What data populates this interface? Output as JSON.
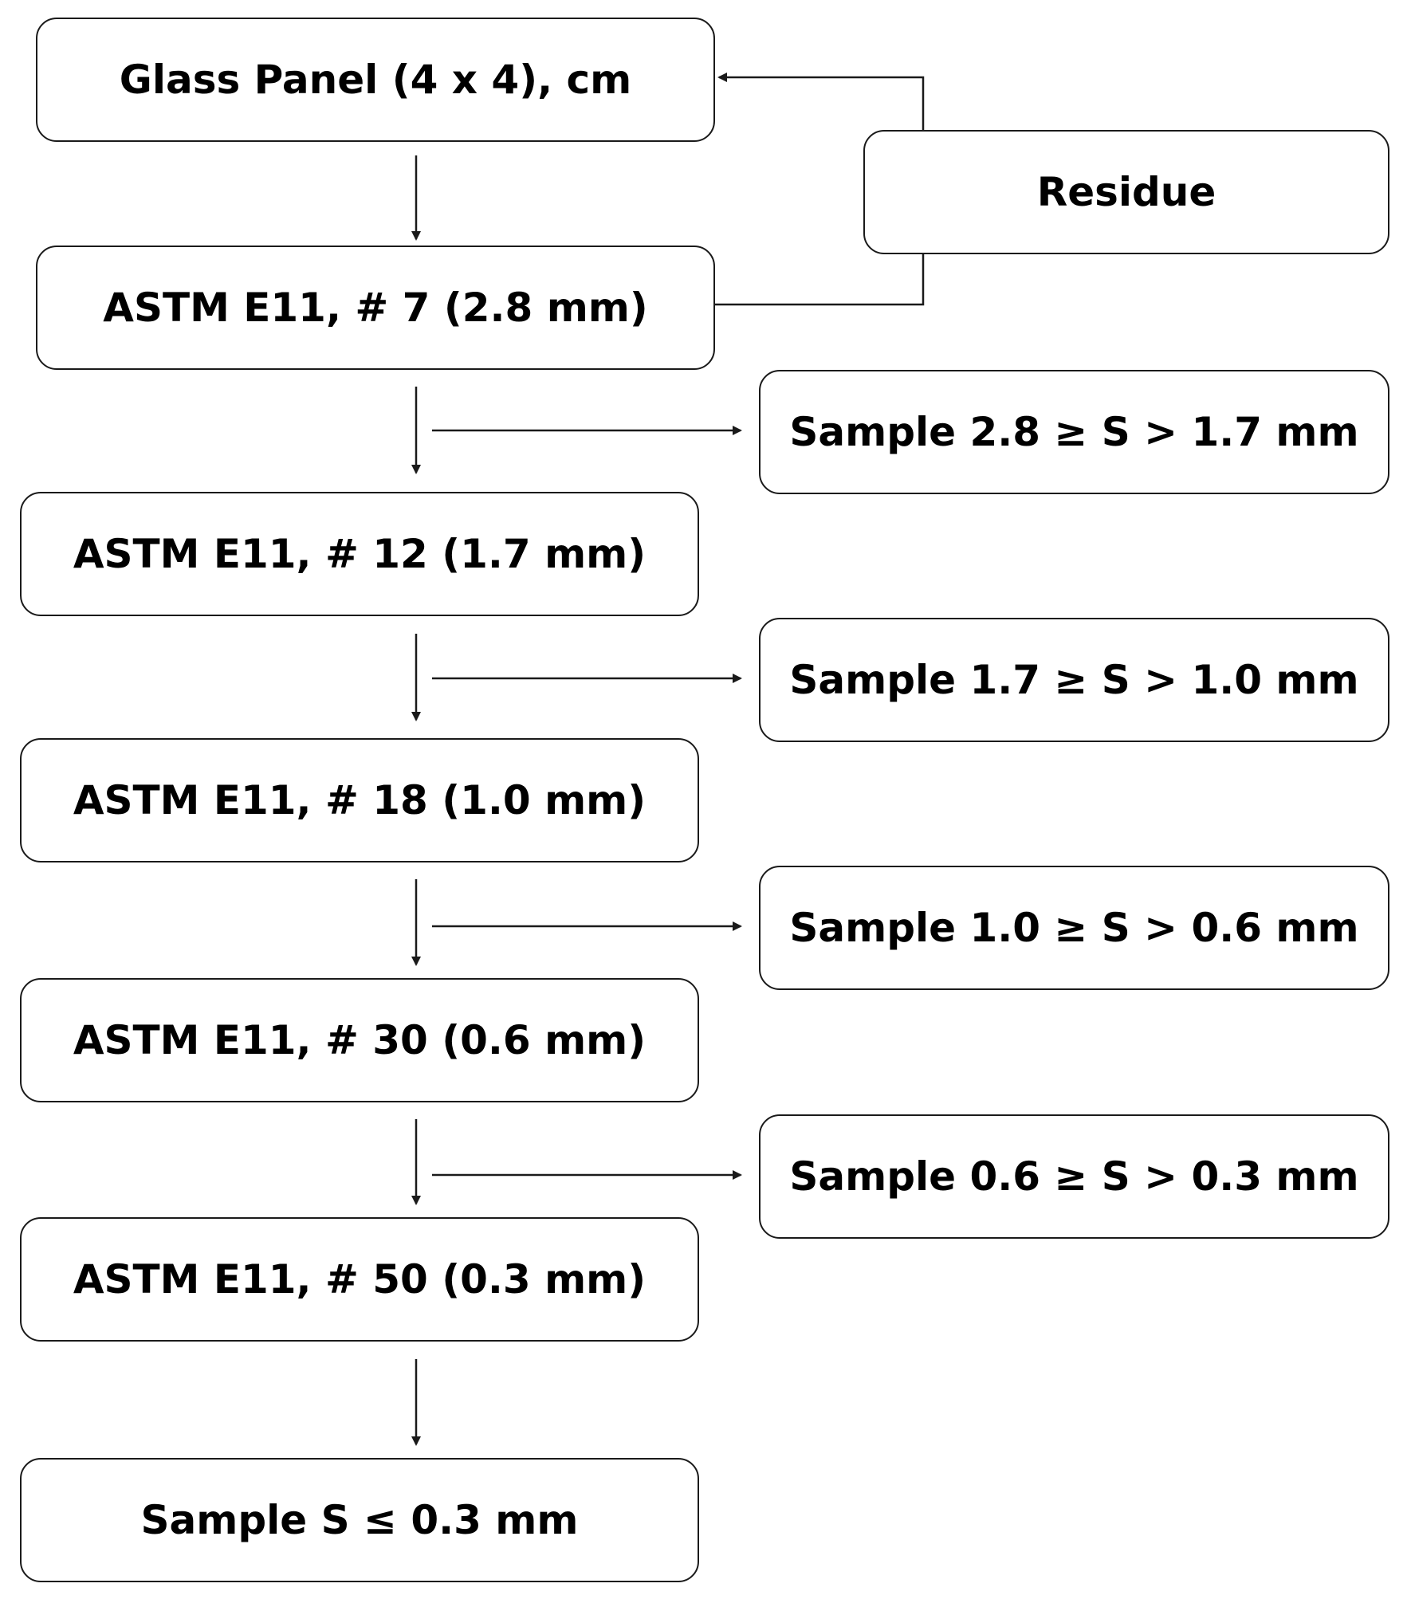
{
  "colors": {
    "stroke": "#1a1a1a",
    "text": "#000000",
    "background": "#ffffff"
  },
  "nodes": {
    "glass_panel": "Glass Panel (4 x 4), cm",
    "residue": "Residue",
    "sieve_7": "ASTM E11, # 7 (2.8 mm)",
    "sieve_12": "ASTM E11, # 12 (1.7 mm)",
    "sieve_18": "ASTM E11, # 18 (1.0 mm)",
    "sieve_30": "ASTM E11, # 30 (0.6 mm)",
    "sieve_50": "ASTM E11, # 50 (0.3 mm)",
    "sample_1": "Sample 2.8 ≥ S > 1.7 mm",
    "sample_2": "Sample 1.7 ≥ S > 1.0 mm",
    "sample_3": "Sample 1.0 ≥ S > 0.6 mm",
    "sample_4": "Sample 0.6 ≥ S > 0.3 mm",
    "sample_final": "Sample S ≤ 0.3 mm"
  }
}
